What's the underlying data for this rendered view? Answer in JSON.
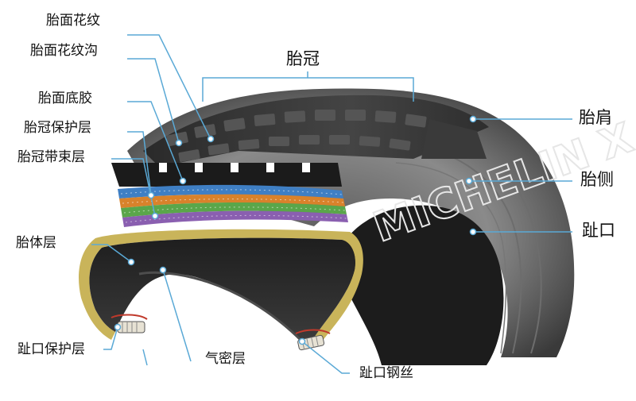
{
  "brand": "MICHELIN X",
  "labels": {
    "tread_pattern": "胎面花纹",
    "tread_groove": "胎面花纹沟",
    "tread_base": "胎面底胶",
    "crown_protect": "胎冠保护层",
    "belt": "胎冠带束层",
    "carcass": "胎体层",
    "bead_protect": "趾口保护层",
    "inner_liner": "气密层",
    "bead_wire": "趾口钢丝",
    "crown": "胎冠",
    "shoulder": "胎肩",
    "sidewall": "胎侧",
    "bead": "趾口"
  },
  "colors": {
    "tire_dark": "#2b2b2b",
    "tire_mid": "#4a4a4a",
    "sidewall_light": "#8e8e8e",
    "leader_line": "#5aa9d6",
    "ply_blue": "#3f7fc4",
    "ply_orange": "#d9822b",
    "ply_green": "#5aa64a",
    "ply_purple": "#8a5fb0",
    "carcass_yellow": "#c9b45a"
  }
}
